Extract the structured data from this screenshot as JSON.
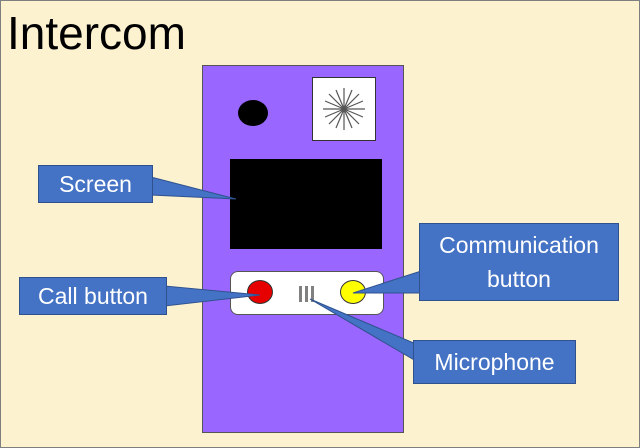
{
  "title": "Intercom",
  "labels": {
    "screen": "Screen",
    "call_button": "Call button",
    "communication_button": "Communication button",
    "microphone": "Microphone"
  },
  "colors": {
    "background": "#fdf2d0",
    "panel": "#9966ff",
    "callout": "#4472c4",
    "call_button": "#e60000",
    "communication_button": "#ffff00",
    "screen": "#000000"
  },
  "icons": {
    "light": "starburst-icon",
    "microphone": "microphone-grille-icon",
    "camera": "camera-lens-icon"
  }
}
